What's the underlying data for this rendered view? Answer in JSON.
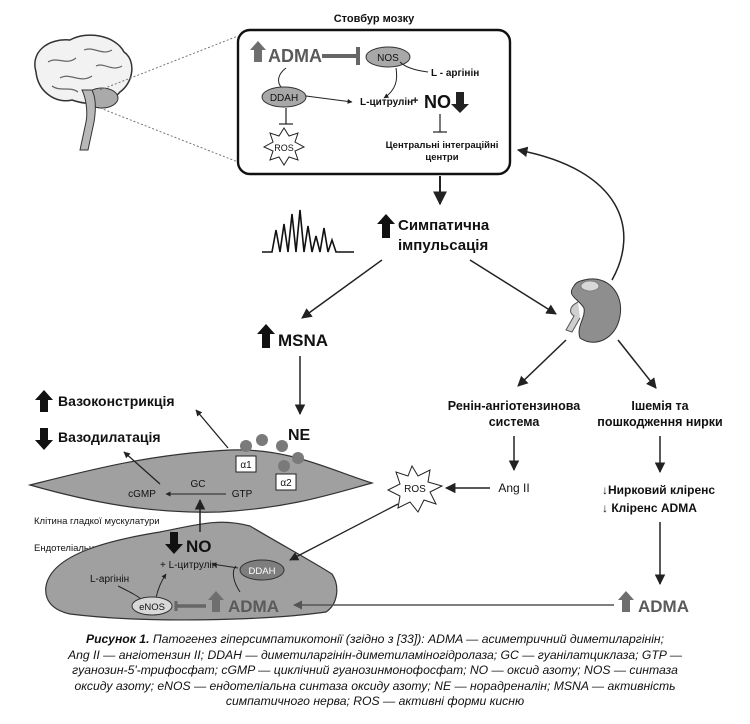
{
  "brainstem": {
    "title": "Стовбур мозку",
    "adma": "ADMA",
    "nos": "NOS",
    "l_arginine": "L - аргінін",
    "ddah": "DDAH",
    "l_citrulline": "L-цитрулін",
    "plus": "+",
    "no": "NO",
    "ros": "ROS",
    "centers": [
      "Центральні інтеграційні",
      "центри"
    ]
  },
  "sympathetic": [
    "Симпатична",
    "імпульсація"
  ],
  "msna": "MSNA",
  "ne": "NE",
  "vasoconstriction": "Вазоконстрикція",
  "vasodilation": "Вазодилатація",
  "smooth_muscle": {
    "gc": "GC",
    "cgmp": "cGMP",
    "gtp": "GTP",
    "alpha1": "α1",
    "alpha2": "α2",
    "label": "Клітина гладкої мускулатури"
  },
  "endothelial": {
    "label": "Ендотеліальна клітина",
    "no": "NO",
    "l_arginine": "L-аргінін",
    "l_citrulline": "+ L-цитрулін",
    "ddah": "DDAH",
    "enos": "eNOS",
    "adma": "ADMA"
  },
  "ros": "ROS",
  "raas": [
    "Ренін-ангіотензинова",
    "система"
  ],
  "ang2": "Ang II",
  "ischemia": [
    "Ішемія та",
    "пошкодження нирки"
  ],
  "clearance": [
    "↓Нирковий кліренс",
    "↓ Кліренс ADMA"
  ],
  "adma_kidney": "ADMA",
  "caption": {
    "label": "Рисунок 1.",
    "lines": [
      " Патогенез гіперсимпатикотонії (згідно з [33]): ADMA — асиметричний диметиларгінін;",
      "Ang II — ангіотензин II; DDAH — диметиларгінін-диметиламіногідролаза; GC — гуанілатциклаза; GTP —",
      "гуанозин-5'-трифосфат; cGMP — циклічний гуанозинмонофосфат; NO — оксид азоту; NOS — синтаза",
      "оксиду азоту; eNOS — ендотеліальна синтаза оксиду азоту; NE — норадреналін; MSNA — активність",
      "симпатичного нерва; ROS — активні форми кисню"
    ]
  }
}
